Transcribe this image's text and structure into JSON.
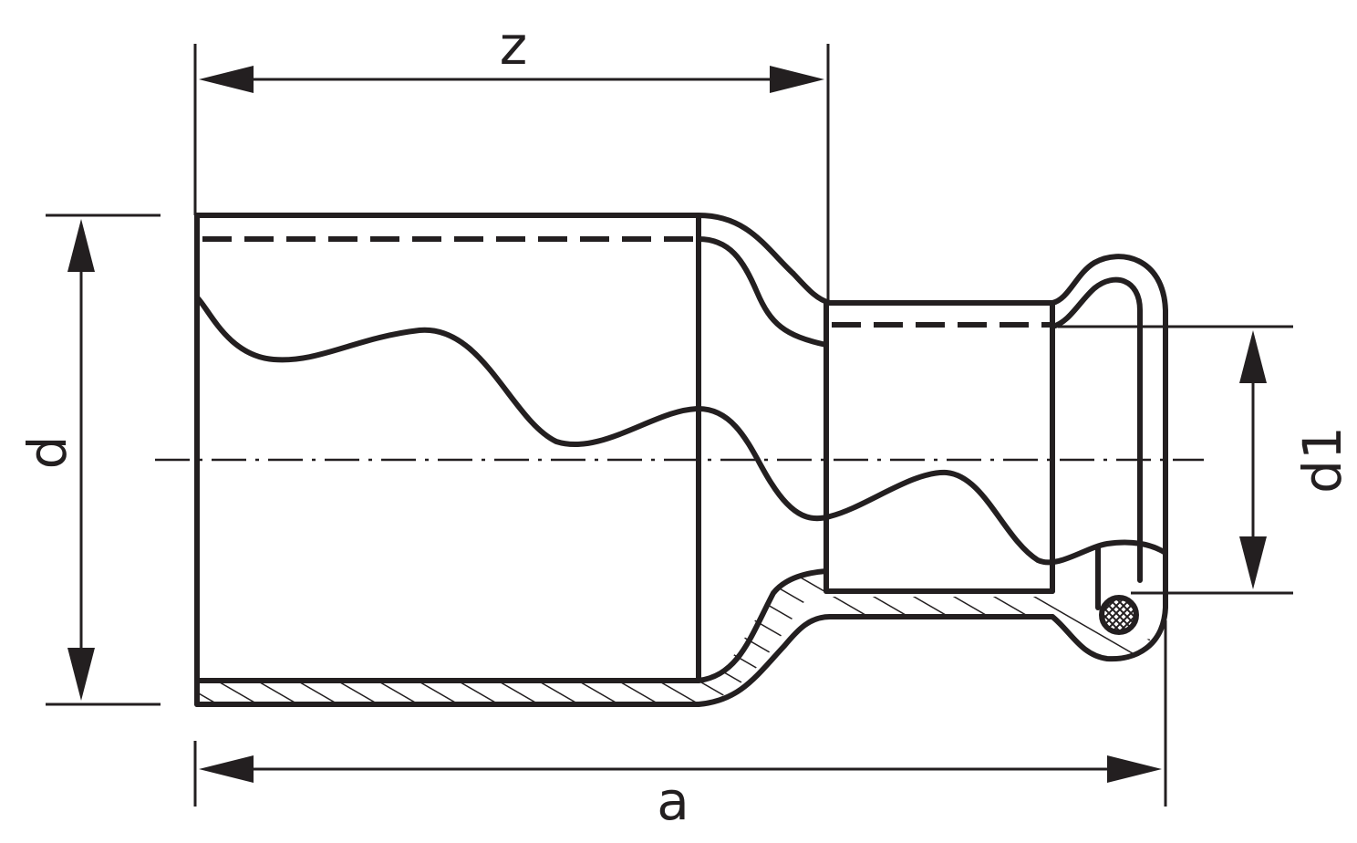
{
  "labels": {
    "z": "z",
    "a": "a",
    "d": "d",
    "d1": "d1"
  },
  "colors": {
    "stroke": "#231f20",
    "background": "#ffffff"
  }
}
